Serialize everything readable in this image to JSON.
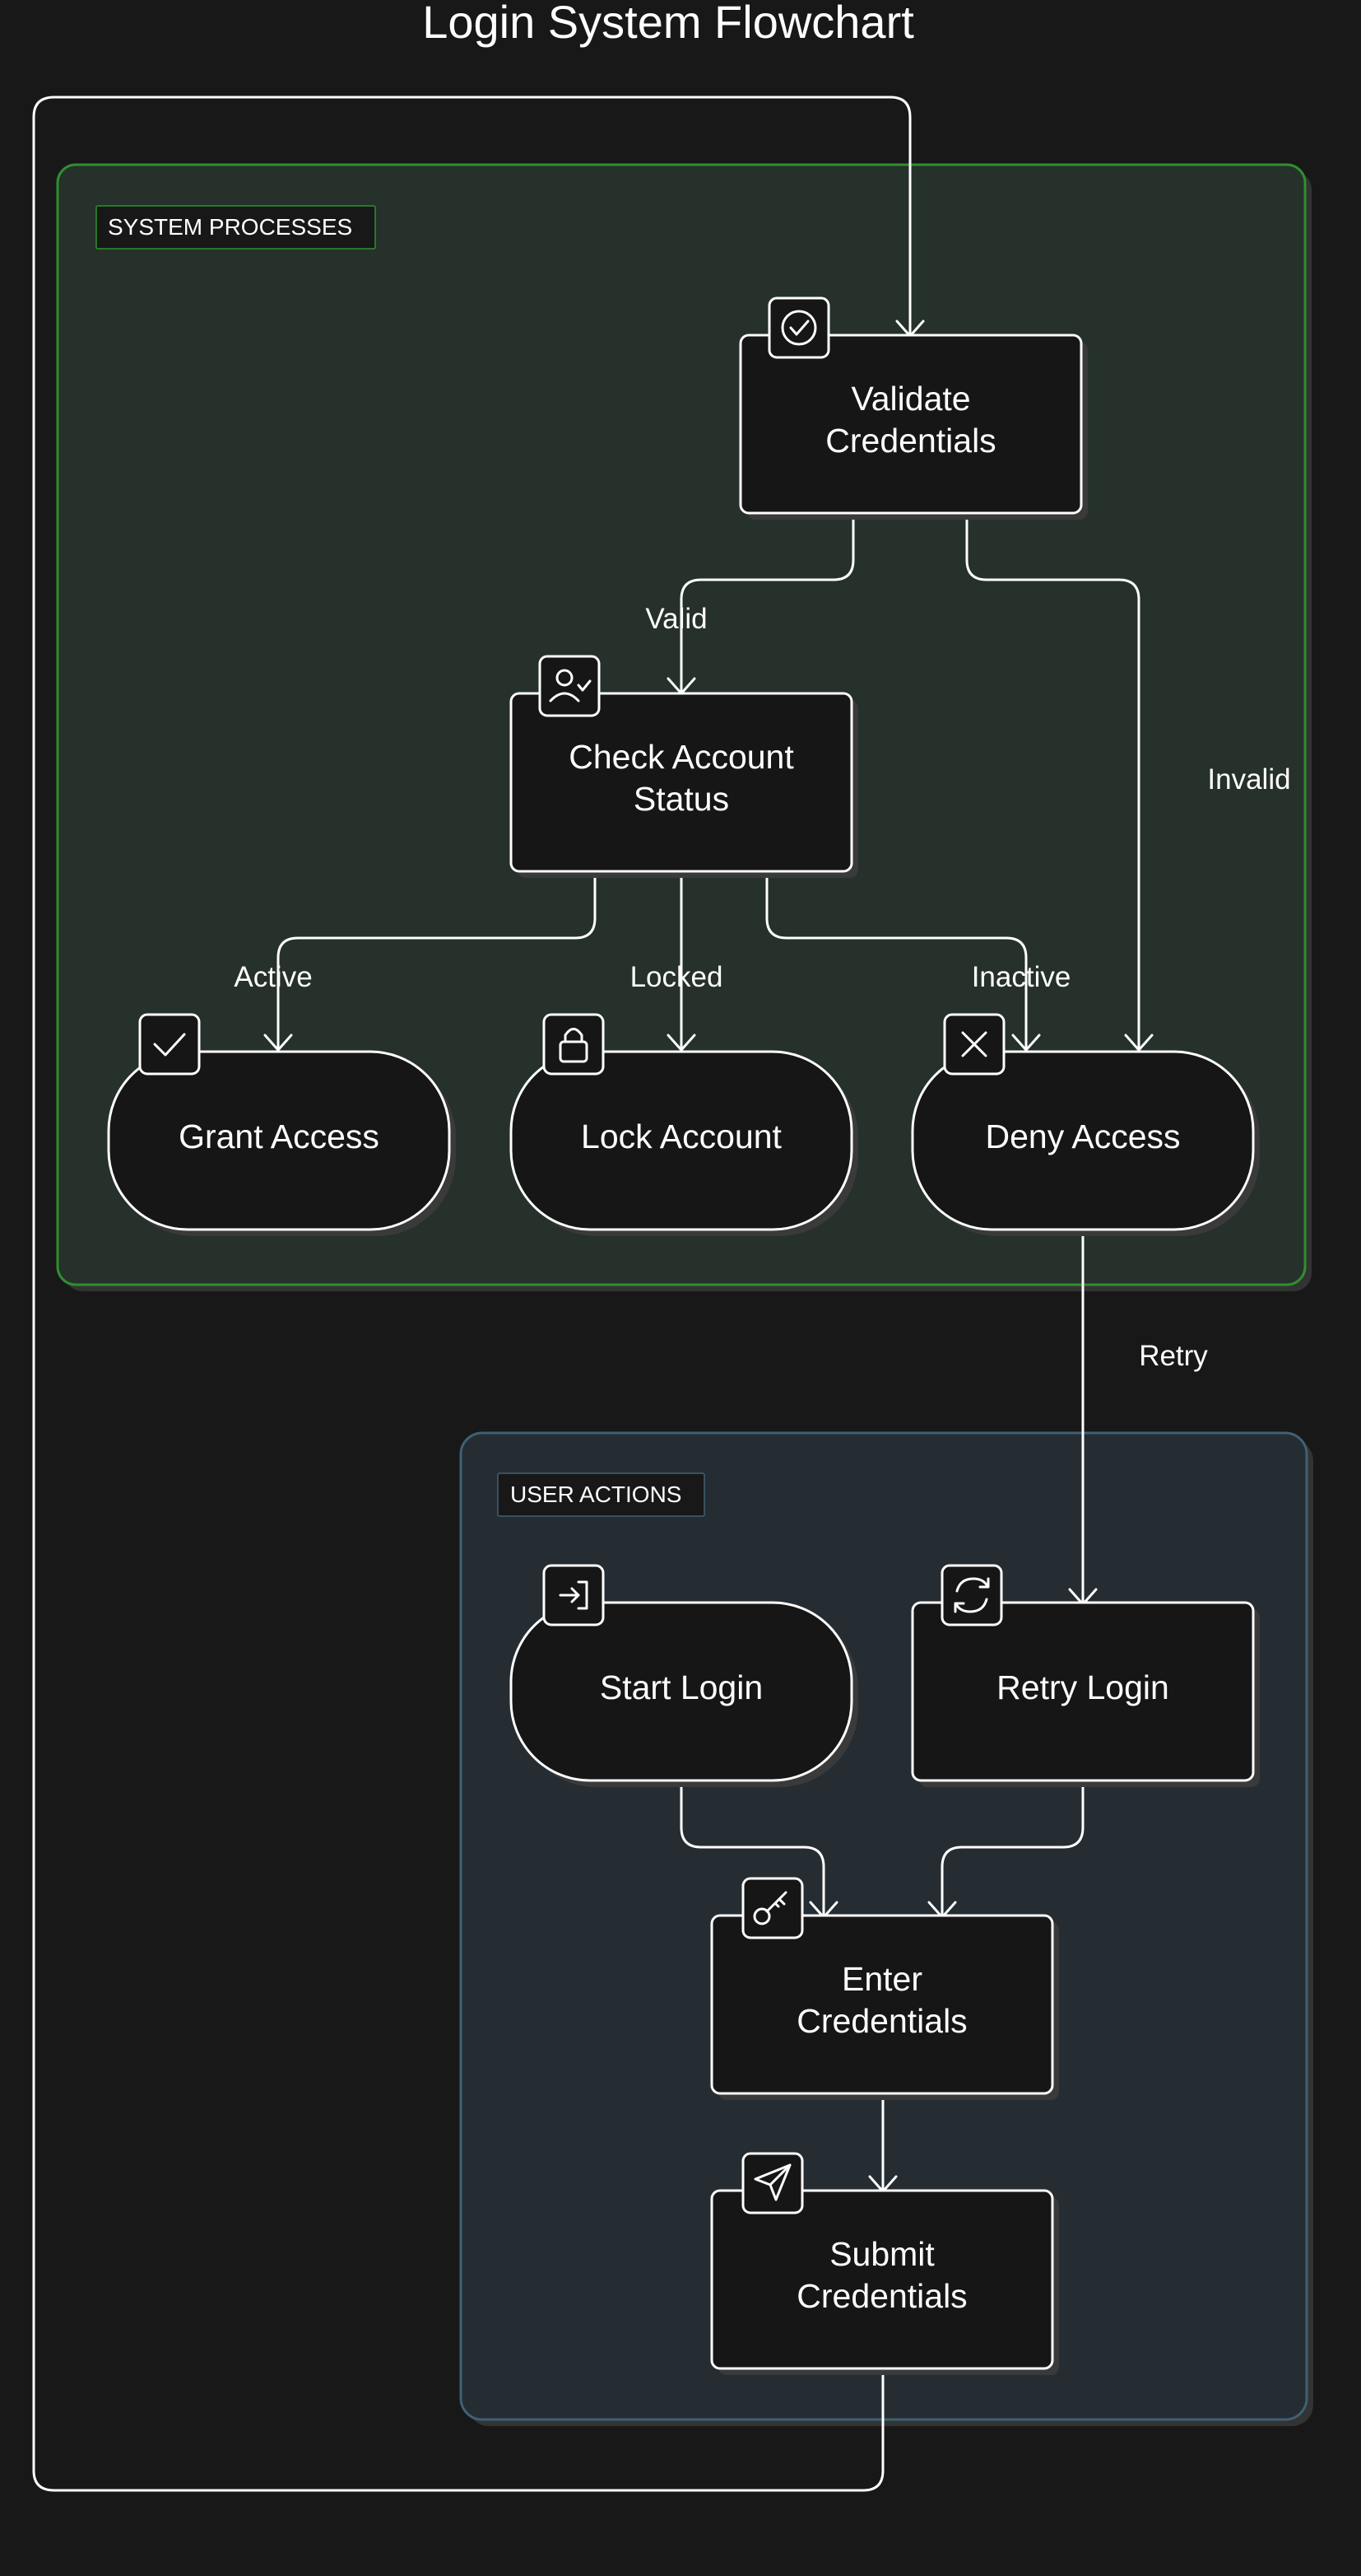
{
  "title": "Login System Flowchart",
  "colors": {
    "background": "#181818",
    "system_group_fill": "#25312a",
    "system_group_stroke": "#2f8f2f",
    "user_group_fill": "#252d33",
    "user_group_stroke": "#3f6175",
    "node_fill": "#161616",
    "stroke": "#ffffff"
  },
  "groups": {
    "system": {
      "label": "SYSTEM PROCESSES"
    },
    "user": {
      "label": "USER ACTIONS"
    }
  },
  "nodes": {
    "validate": {
      "lines": [
        "Validate",
        "Credentials"
      ],
      "icon": "check-circle-icon",
      "shape": "rect"
    },
    "check_status": {
      "lines": [
        "Check Account",
        "Status"
      ],
      "icon": "user-check-icon",
      "shape": "rect"
    },
    "grant": {
      "lines": [
        "Grant Access"
      ],
      "icon": "check-icon",
      "shape": "rounded"
    },
    "lock": {
      "lines": [
        "Lock Account"
      ],
      "icon": "lock-icon",
      "shape": "rounded"
    },
    "deny": {
      "lines": [
        "Deny Access"
      ],
      "icon": "x-icon",
      "shape": "rounded"
    },
    "start": {
      "lines": [
        "Start Login"
      ],
      "icon": "log-in-icon",
      "shape": "rounded"
    },
    "retry": {
      "lines": [
        "Retry Login"
      ],
      "icon": "refresh-icon",
      "shape": "rect"
    },
    "enter": {
      "lines": [
        "Enter",
        "Credentials"
      ],
      "icon": "key-icon",
      "shape": "rect"
    },
    "submit": {
      "lines": [
        "Submit",
        "Credentials"
      ],
      "icon": "send-icon",
      "shape": "rect"
    }
  },
  "edges": [
    {
      "from": "submit",
      "to": "validate",
      "label": ""
    },
    {
      "from": "validate",
      "to": "check_status",
      "label": "Valid"
    },
    {
      "from": "validate",
      "to": "deny",
      "label": "Invalid"
    },
    {
      "from": "check_status",
      "to": "grant",
      "label": "Active"
    },
    {
      "from": "check_status",
      "to": "lock",
      "label": "Locked"
    },
    {
      "from": "check_status",
      "to": "deny",
      "label": "Inactive"
    },
    {
      "from": "deny",
      "to": "retry",
      "label": "Retry"
    },
    {
      "from": "start",
      "to": "enter",
      "label": ""
    },
    {
      "from": "retry",
      "to": "enter",
      "label": ""
    },
    {
      "from": "enter",
      "to": "submit",
      "label": ""
    }
  ]
}
